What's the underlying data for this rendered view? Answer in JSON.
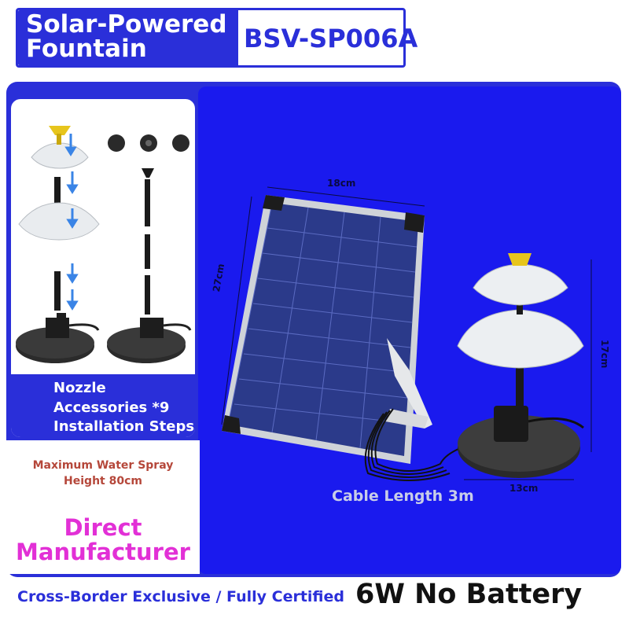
{
  "header": {
    "title_line1": "Solar-Powered",
    "title_line2": "Fountain",
    "model": "BSV-SP006A"
  },
  "left_panel": {
    "caption_line1": "Nozzle",
    "caption_line2": "Accessories *9",
    "caption_line3": "Installation Steps"
  },
  "spray": {
    "line1": "Maximum Water Spray",
    "line2": "Height 80cm"
  },
  "direct": {
    "line1": "Direct",
    "line2": "Manufacturer"
  },
  "dimensions": {
    "panel_width": "18cm",
    "panel_height": "27cm",
    "fountain_height": "17cm",
    "base_width": "13cm"
  },
  "cable": "Cable Length 3m",
  "footer": {
    "certified": "Cross-Border Exclusive / Fully Certified",
    "battery": "6W No Battery"
  },
  "colors": {
    "brand_blue": "#2a2fd9",
    "inner_blue": "#1a1aee",
    "magenta": "#e230d6",
    "spray_red": "#b5473a"
  }
}
